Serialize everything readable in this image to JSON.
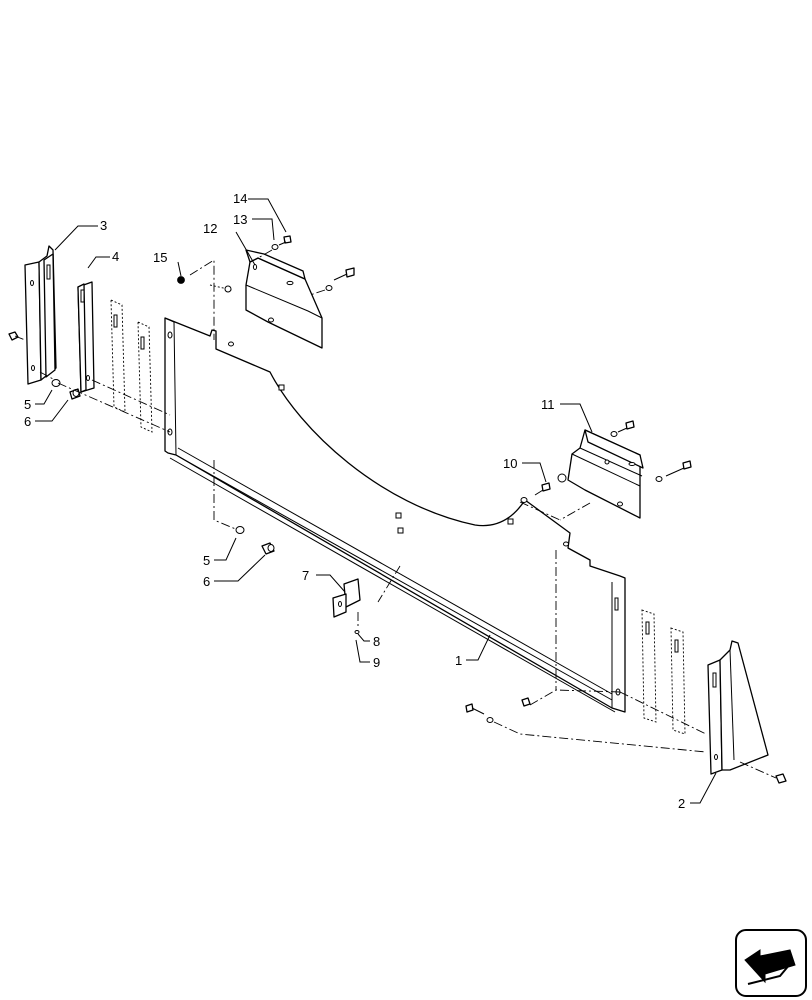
{
  "callouts": {
    "c1": "1",
    "c2": "2",
    "c3": "3",
    "c4": "4",
    "c5a": "5",
    "c5b": "5",
    "c6a": "6",
    "c6b": "6",
    "c7": "7",
    "c8": "8",
    "c9": "9",
    "c10": "10",
    "c11": "11",
    "c12": "12",
    "c13": "13",
    "c14": "14",
    "c15": "15"
  },
  "nav_icon": "next-page-arrow-icon"
}
